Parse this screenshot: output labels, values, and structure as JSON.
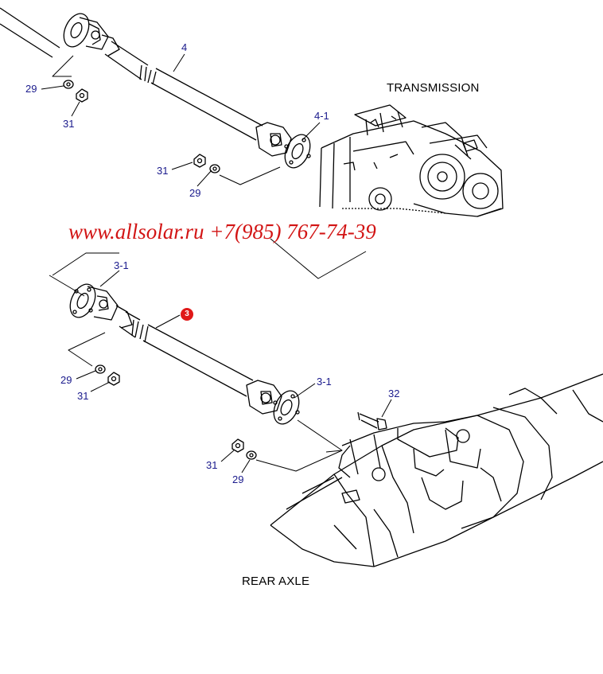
{
  "titles": {
    "transmission": "TRANSMISSION",
    "rear_axle": "REAR AXLE"
  },
  "watermark": "www.allsolar.ru +7(985) 767-74-39",
  "labels": {
    "shaft_upper": "4",
    "yoke_upper": "4-1",
    "washer_ul": "29",
    "nut_ul": "31",
    "nut_um": "31",
    "washer_um": "29",
    "yoke_lower_left": "3-1",
    "shaft_lower": "3",
    "washer_ll": "29",
    "nut_ll": "31",
    "yoke_lower_right": "3-1",
    "bolt": "32",
    "nut_lm": "31",
    "washer_lm": "29"
  },
  "colors": {
    "label": "#1a1a8c",
    "badge": "#e01818",
    "watermark": "#d21414",
    "line": "#000000"
  }
}
